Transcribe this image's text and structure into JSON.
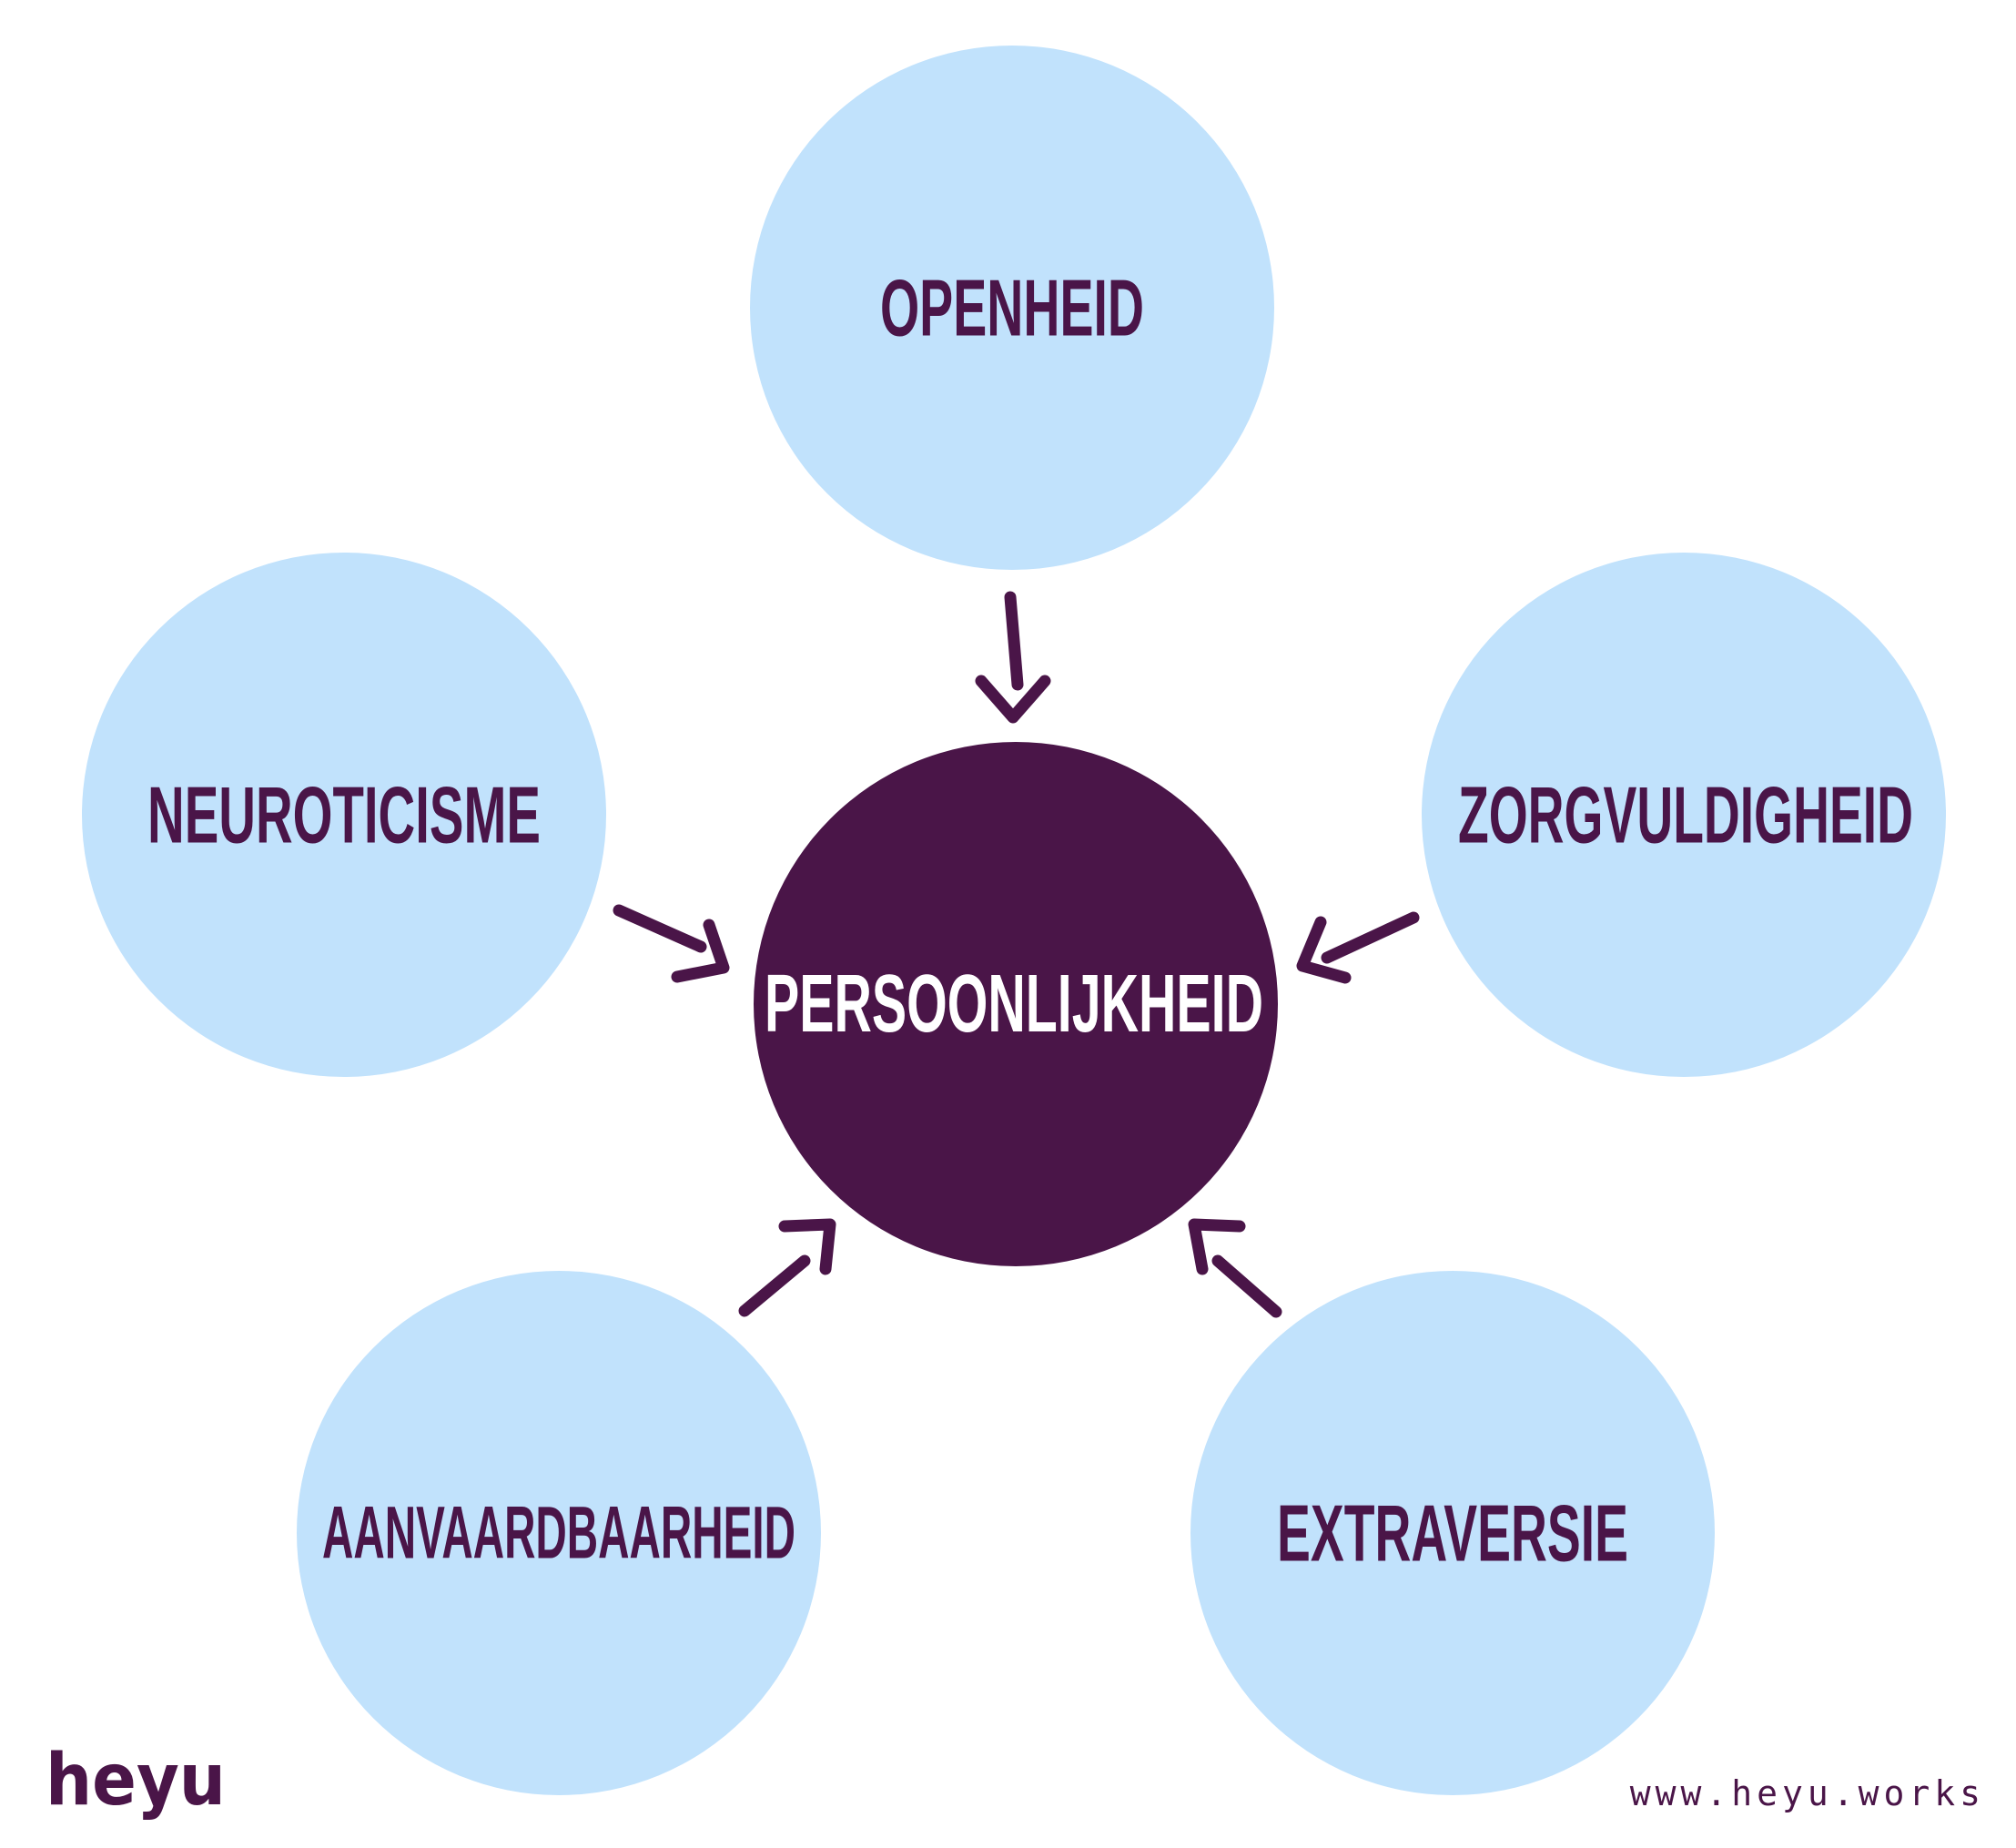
{
  "center": {
    "label": "PERSOONLIJKHEID"
  },
  "nodes": [
    {
      "id": "openheid",
      "label": "OPENHEID"
    },
    {
      "id": "zorgvuldigheid",
      "label": "ZORGVULDIGHEID"
    },
    {
      "id": "extraversie",
      "label": "EXTRAVERSIE"
    },
    {
      "id": "aanvaardbaarheid",
      "label": "AANVAARDBAARHEID"
    },
    {
      "id": "neuroticisme",
      "label": "NEUROTICISME"
    }
  ],
  "edges": [
    {
      "from": "openheid",
      "to": "center"
    },
    {
      "from": "zorgvuldigheid",
      "to": "center"
    },
    {
      "from": "extraversie",
      "to": "center"
    },
    {
      "from": "aanvaardbaarheid",
      "to": "center"
    },
    {
      "from": "neuroticisme",
      "to": "center"
    }
  ],
  "brand": {
    "logo_text": "heyu",
    "url": "www.heyu.works"
  },
  "colors": {
    "node_fill": "#c1e2fc",
    "center_fill": "#4a1548",
    "text_dark": "#4a1548",
    "text_light": "#ffffff",
    "arrow": "#4a1548"
  }
}
